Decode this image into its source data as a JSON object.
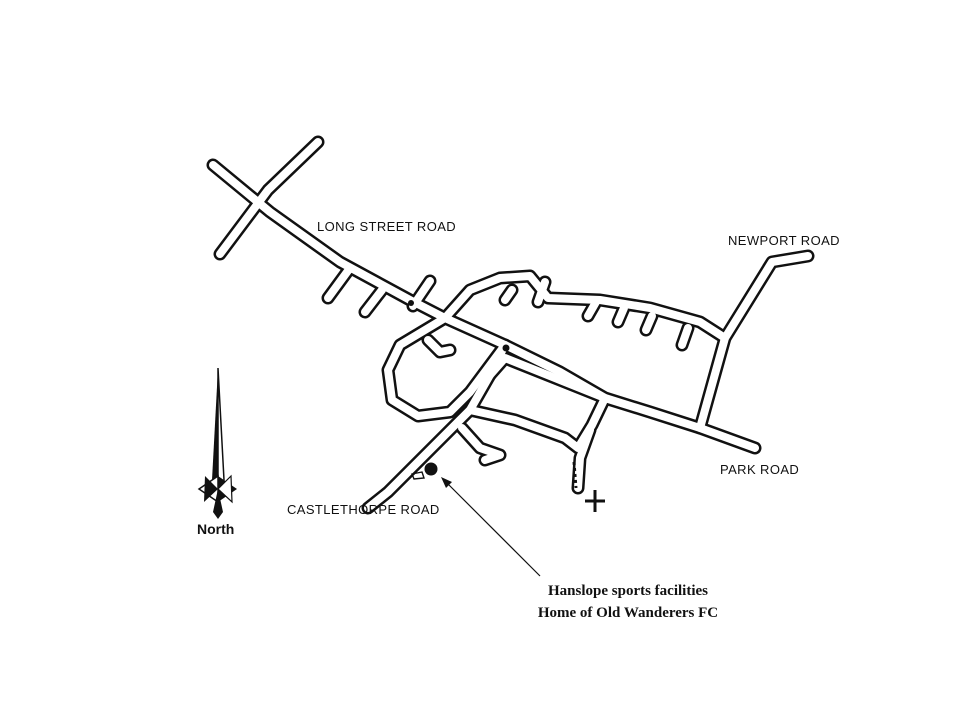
{
  "map": {
    "roads": {
      "long_street_road": "LONG STREET ROAD",
      "newport_road": "NEWPORT ROAD",
      "park_road": "PARK ROAD",
      "castlethorpe_road": "CASTLETHORPE ROAD"
    },
    "compass": {
      "label": "North",
      "icon": "north-arrow-icon"
    },
    "callout": {
      "line1": "Hanslope sports facilities",
      "line2": "Home of Old Wanderers FC"
    },
    "markers": {
      "sports_ground": "filled-dot",
      "church": "cross-icon"
    },
    "colors": {
      "ink": "#111111",
      "background": "#ffffff"
    }
  }
}
